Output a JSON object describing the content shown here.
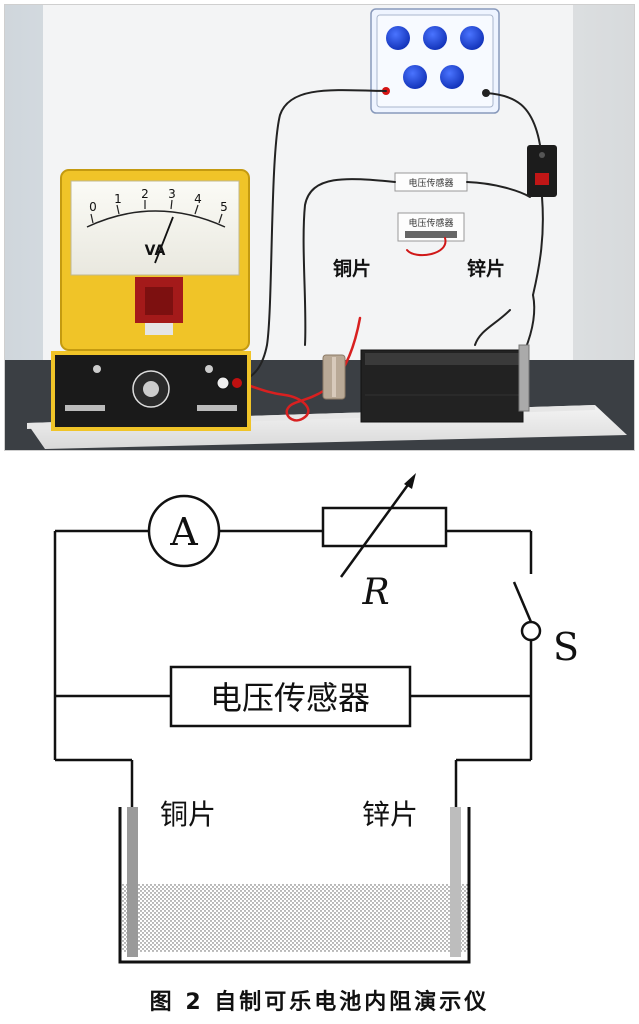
{
  "photo": {
    "ammeter_scale": [
      "0",
      "1",
      "2",
      "3",
      "4",
      "5"
    ],
    "meter_unit": "VA",
    "copper_label": "铜片",
    "zinc_label": "锌片",
    "sensor_tag": "电压传感器"
  },
  "diagram": {
    "ammeter_symbol": "A",
    "resistor_symbol": "R",
    "switch_symbol": "S",
    "sensor_box_label": "电压传感器",
    "copper_label": "铜片",
    "zinc_label": "锌片"
  },
  "caption": "图 2  自制可乐电池内阻演示仪"
}
